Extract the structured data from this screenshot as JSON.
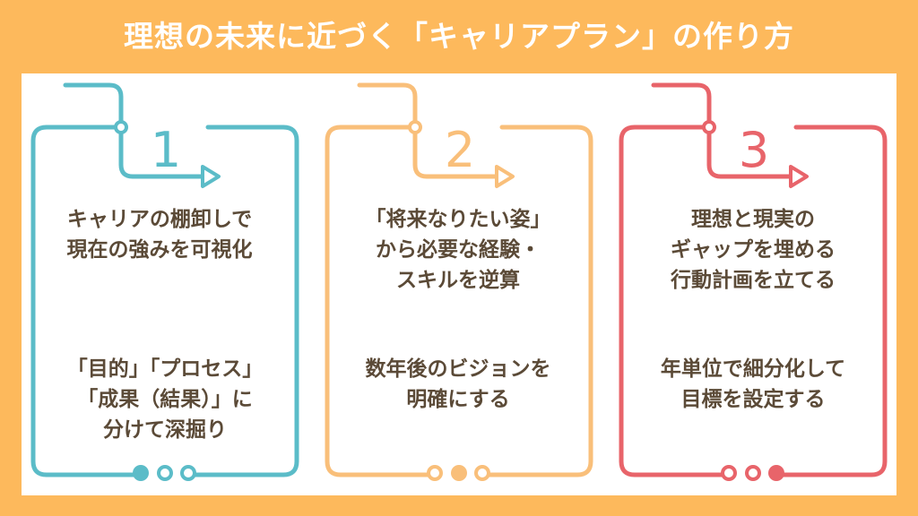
{
  "title": "理想の未来に近づく「キャリアプラン」の作り方",
  "colors": {
    "background": "#fdb95c",
    "text": "#5b4a37"
  },
  "steps": [
    {
      "number": "1",
      "color": "#5bbcc8",
      "filled_dot": 0,
      "main": "キャリアの棚卸しで\n現在の強みを可視化",
      "sub": "「目的」「プロセス」\n「成果（結果）」に\n分けて深掘り"
    },
    {
      "number": "2",
      "color": "#f9bf7a",
      "filled_dot": 1,
      "main": "「将来なりたい姿」\nから必要な経験・\nスキルを逆算",
      "sub": "数年後のビジョンを\n明確にする"
    },
    {
      "number": "3",
      "color": "#e8646a",
      "filled_dot": 2,
      "main": "理想と現実の\nギャップを埋める\n行動計画を立てる",
      "sub": "年単位で細分化して\n目標を設定する"
    }
  ]
}
